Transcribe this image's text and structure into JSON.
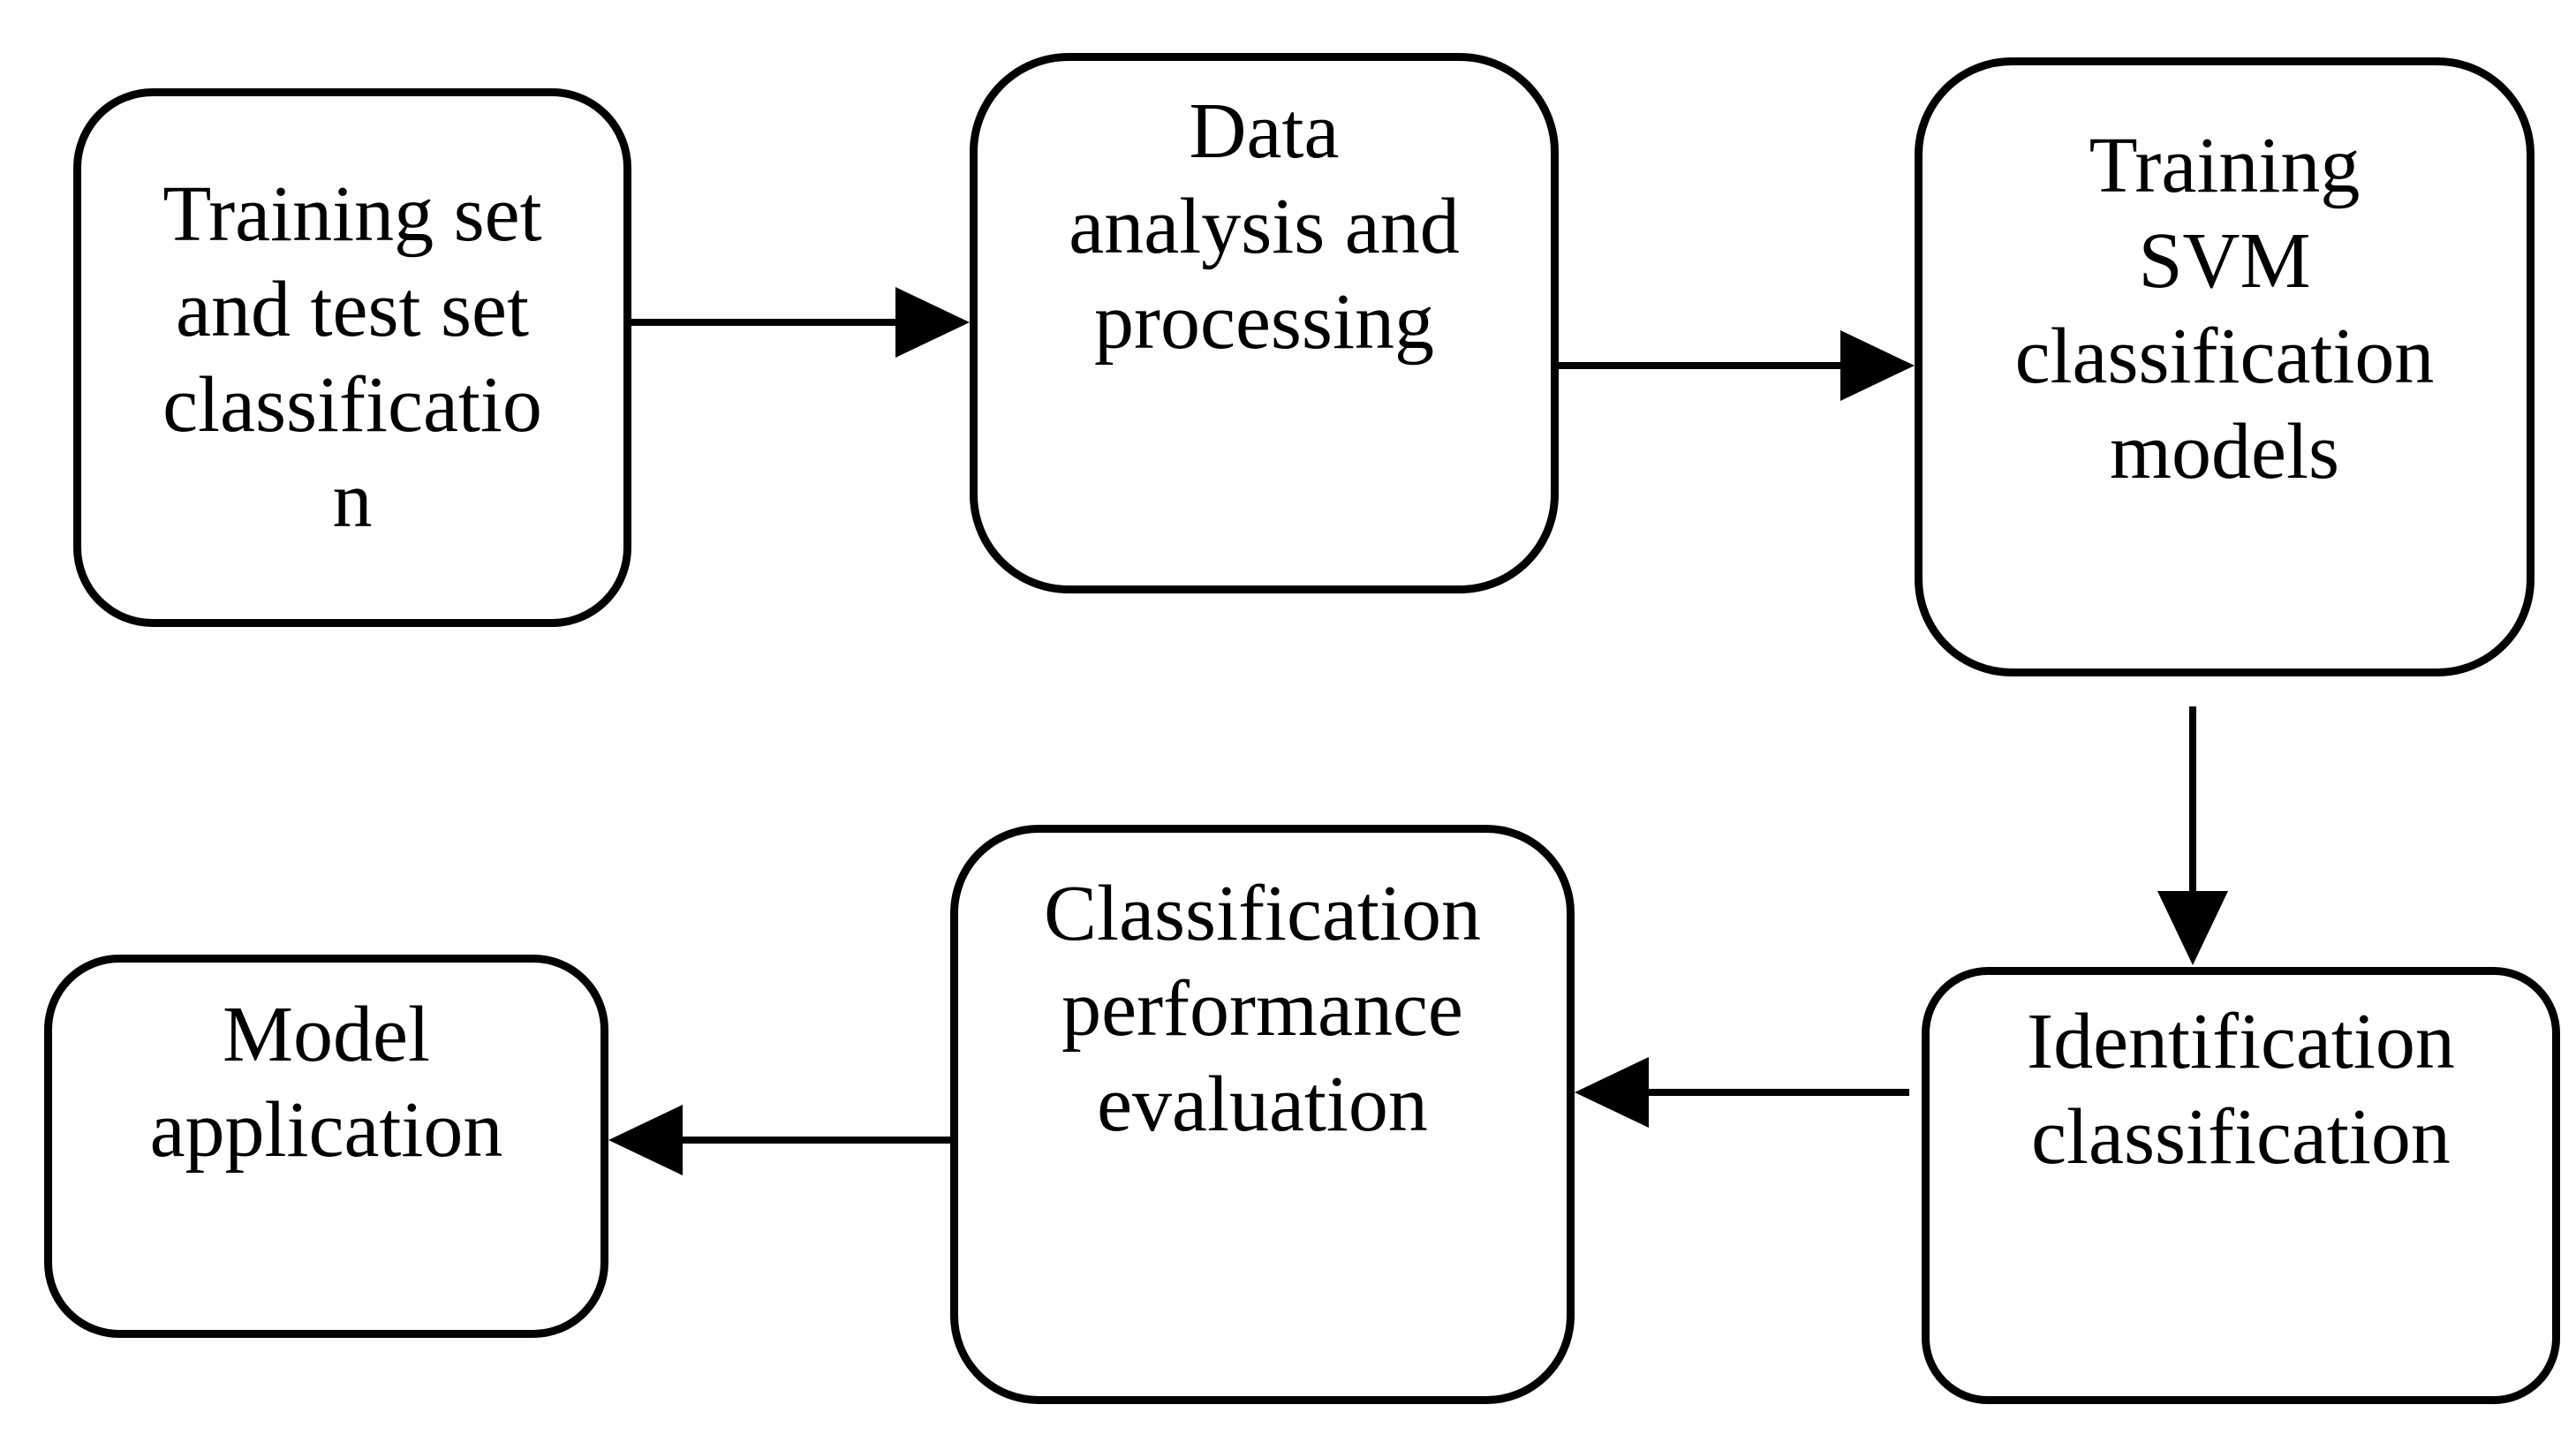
{
  "diagram": {
    "type": "flowchart",
    "background_color": "#ffffff",
    "stroke_color": "#000000",
    "nodes": [
      {
        "id": "training-test-set-classification",
        "label": "Training set\nand test set\nclassificatio\nn"
      },
      {
        "id": "data-analysis-processing",
        "label": "Data\nanalysis and\nprocessing"
      },
      {
        "id": "training-svm-classification-models",
        "label": "Training\nSVM\nclassification\nmodels"
      },
      {
        "id": "identification-classification",
        "label": "Identification\nclassification"
      },
      {
        "id": "classification-performance-evaluation",
        "label": "Classification\nperformance\nevaluation"
      },
      {
        "id": "model-application",
        "label": "Model\napplication"
      }
    ],
    "edges": [
      {
        "from": "training-test-set-classification",
        "to": "data-analysis-processing",
        "direction": "right"
      },
      {
        "from": "data-analysis-processing",
        "to": "training-svm-classification-models",
        "direction": "right"
      },
      {
        "from": "training-svm-classification-models",
        "to": "identification-classification",
        "direction": "down"
      },
      {
        "from": "identification-classification",
        "to": "classification-performance-evaluation",
        "direction": "left"
      },
      {
        "from": "classification-performance-evaluation",
        "to": "model-application",
        "direction": "left"
      }
    ]
  }
}
